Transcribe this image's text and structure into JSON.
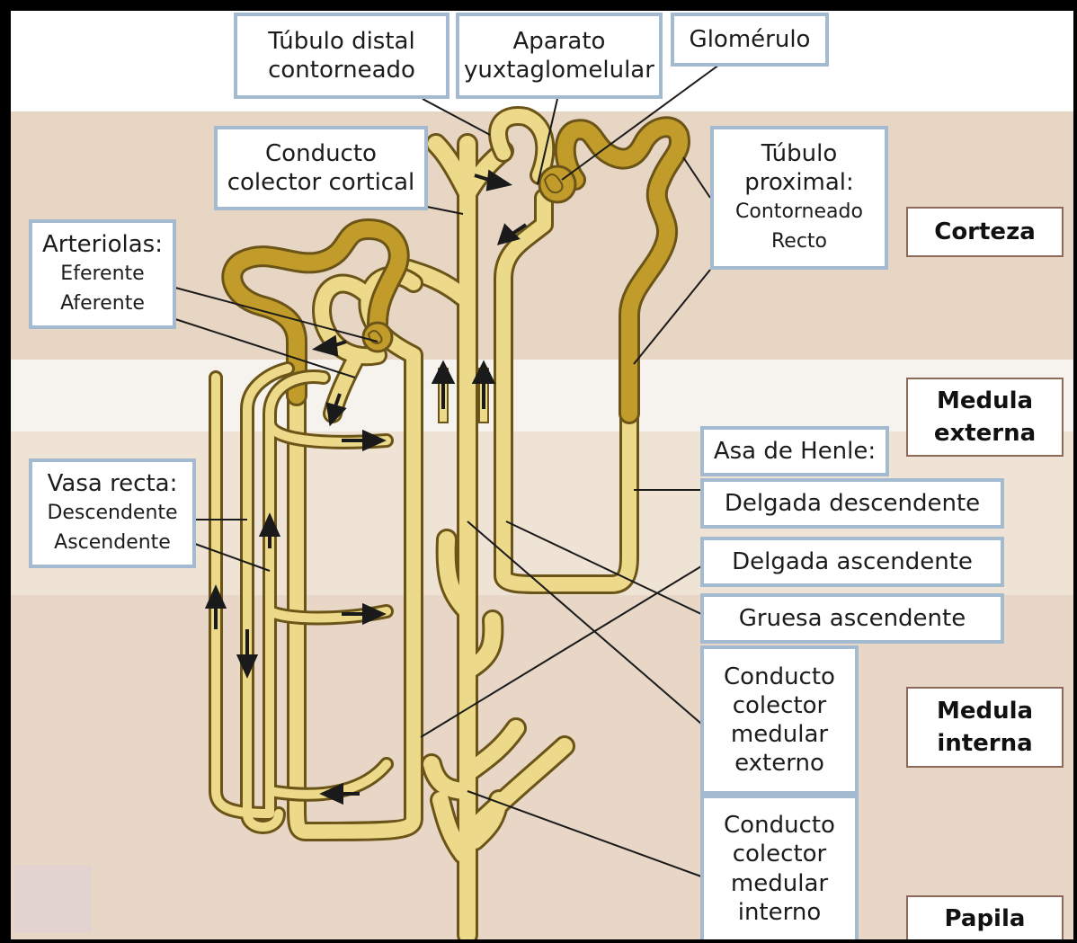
{
  "labels": {
    "tubulo_distal": [
      "Túbulo distal",
      "contorneado"
    ],
    "aparato": [
      "Aparato",
      "yuxtaglomelular"
    ],
    "glomerulo": "Glomérulo",
    "conducto_cortical": [
      "Conducto",
      "colector cortical"
    ],
    "tubulo_proximal": {
      "title": [
        "Túbulo",
        "proximal:"
      ],
      "items": [
        "Contorneado",
        "Recto"
      ]
    },
    "arteriolas": {
      "title": "Arteriolas:",
      "items": [
        "Eferente",
        "Aferente"
      ]
    },
    "vasa_recta": {
      "title": "Vasa recta:",
      "items": [
        "Descendente",
        "Ascendente"
      ]
    },
    "asa_henle": "Asa de Henle:",
    "delgada_descendente": "Delgada descendente",
    "delgada_ascendente": "Delgada ascendente",
    "gruesa_ascendente": "Gruesa ascendente",
    "medular_externo": [
      "Conducto",
      "colector",
      "medular",
      "externo"
    ],
    "medular_interno": [
      "Conducto",
      "colector",
      "medular",
      "interno"
    ]
  },
  "zones": {
    "corteza": "Corteza",
    "medula_externa": [
      "Medula",
      "externa"
    ],
    "medula_interna": [
      "Medula",
      "interna"
    ],
    "papila": "Papila"
  },
  "colors": {
    "tubule_light": "#ecd98a",
    "tubule_dark": "#c29c2a",
    "tubule_outline": "#6b5418",
    "band_cortex": "#e8d6c4",
    "band_outer_medulla": "#f6f3ef",
    "band_inner_medulla": "#e8d6c6",
    "label_border": "#a4bad0",
    "zone_border": "#8c6a5a"
  }
}
